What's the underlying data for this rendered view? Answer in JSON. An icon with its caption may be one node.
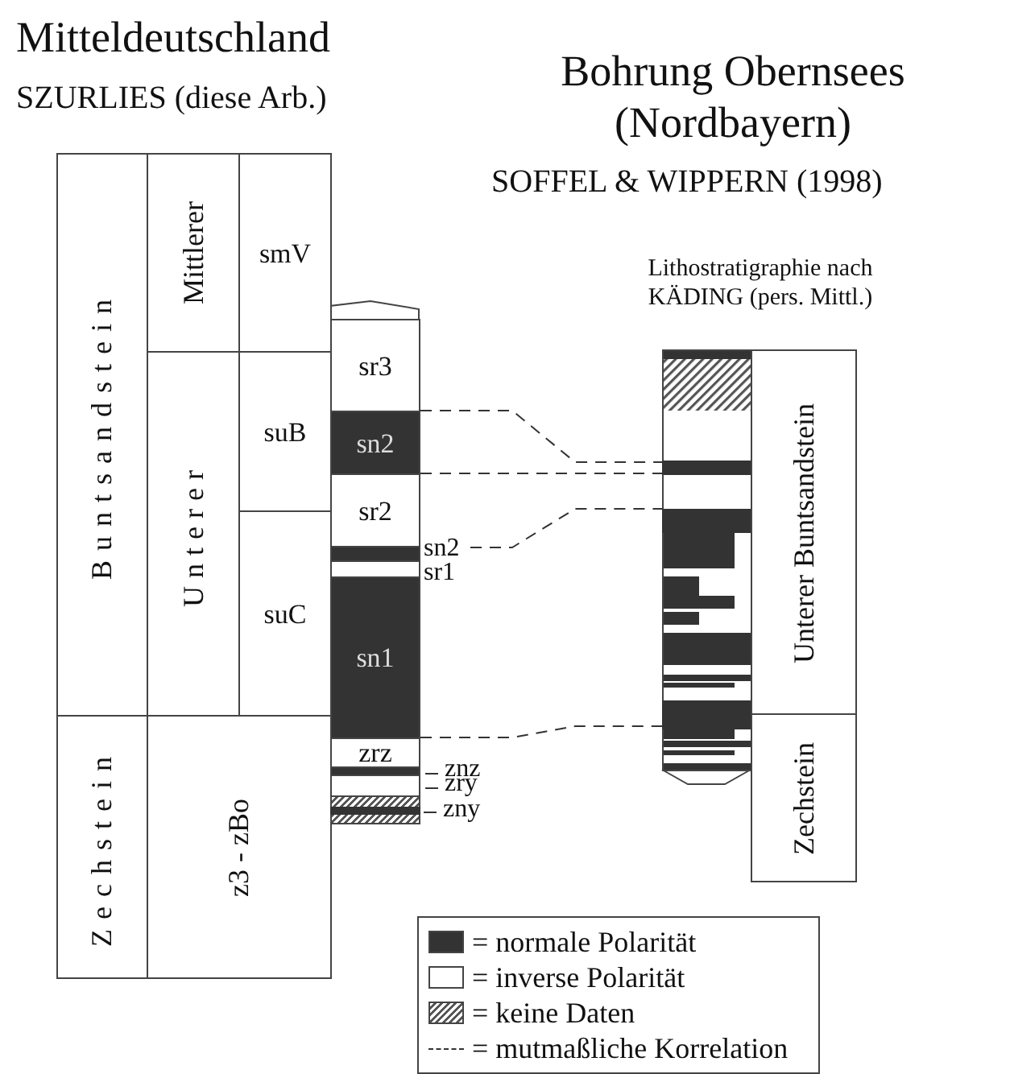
{
  "diagram": {
    "nodes": [
      {
        "text": [
          "Buntsandstein"
        ]
      },
      {
        "text": [
          "Zechstein"
        ]
      },
      {
        "text": [
          "Mittlerer"
        ]
      },
      {
        "text": [
          "Unterer"
        ]
      },
      {
        "text": [
          "z3 - zBo"
        ]
      },
      {
        "text": [
          "smV"
        ]
      },
      {
        "text": [
          "suB"
        ]
      },
      {
        "text": [
          "suC"
        ]
      },
      {
        "text": [
          "sr3"
        ]
      },
      {
        "text": [
          "sn2"
        ]
      },
      {
        "text": [
          "sr2"
        ]
      },
      {
        "text": [],
        "shape": "bar",
        "beside": [
          "sn2"
        ]
      },
      {
        "text": [],
        "shape": "bar",
        "beside": [
          "sr1"
        ]
      },
      {
        "text": [
          "sn1"
        ]
      },
      {
        "text": [
          "zrz"
        ]
      },
      {
        "text": [],
        "shape": "bar",
        "beside": [
          "znz"
        ]
      },
      {
        "text": [],
        "shape": "bar",
        "beside": [
          "zry"
        ]
      },
      {
        "text": [],
        "shape": "bar"
      },
      {
        "text": [],
        "shape": "bar",
        "in": 17,
        "beside": [
          "zny"
        ]
      },
      {
        "text": [],
        "shape": "bar"
      },
      {
        "text": [],
        "shape": "bar",
        "in": 19
      },
      {
        "text": [],
        "shape": "bar",
        "in": 19
      },
      {
        "text": [],
        "shape": "bar",
        "in": 19
      },
      {
        "text": [
          "Unterer Buntsandstein"
        ]
      },
      {
        "text": [
          "Zechstein"
        ]
      }
    ],
    "edges": [
      {
        "from": 9,
        "to": 20,
        "arrow": "none",
        "style": "dashed"
      },
      {
        "from": 9,
        "to": 20,
        "arrow": "none",
        "style": "dashed"
      },
      {
        "from": 11,
        "to": 21,
        "arrow": "none",
        "style": "dashed"
      },
      {
        "from": 13,
        "to": 22,
        "arrow": "none",
        "style": "dashed"
      }
    ],
    "labels": [
      "Mitteldeutschland",
      "SZURLIES (diese Arb.)",
      "Bohrung Obernsees (Nordbayern)",
      "SOFFEL & WIPPERN (1998)",
      "Lithostratigraphie nach KÄDING (pers. Mittl.)"
    ],
    "legend": [
      {
        "text": "= normale Polarität",
        "color": "#333333"
      },
      {
        "text": "= inverse Polarität",
        "color": "#ffffff"
      },
      {
        "text": "= keine Daten"
      },
      {
        "text": "= mutmaßliche Korrelation"
      }
    ]
  }
}
